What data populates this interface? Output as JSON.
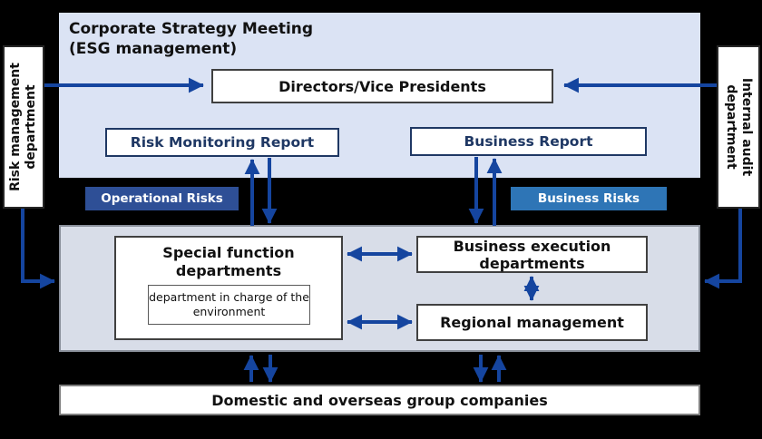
{
  "colors": {
    "background": "#000000",
    "top_panel": "#dbe3f4",
    "bottom_panel": "#d8dde8",
    "arrow": "#15459f",
    "navy_text": "#1f3864",
    "operational_badge": "#2e4f96",
    "business_badge": "#2e75b6"
  },
  "diagram": {
    "title_line1": "Corporate Strategy Meeting",
    "title_line2": "(ESG management)",
    "directors": "Directors/Vice Presidents",
    "risk_monitoring_report": "Risk Monitoring Report",
    "business_report": "Business Report",
    "operational_risks_badge": "Operational Risks",
    "business_risks_badge": "Business Risks",
    "risk_management_dept": "Risk management department",
    "internal_audit_dept": "Internal audit department",
    "special_function": "Special function departments",
    "environment_dept": "department in charge of the environment",
    "business_execution": "Business execution departments",
    "regional_management": "Regional management",
    "group_companies": "Domestic and overseas group companies"
  }
}
